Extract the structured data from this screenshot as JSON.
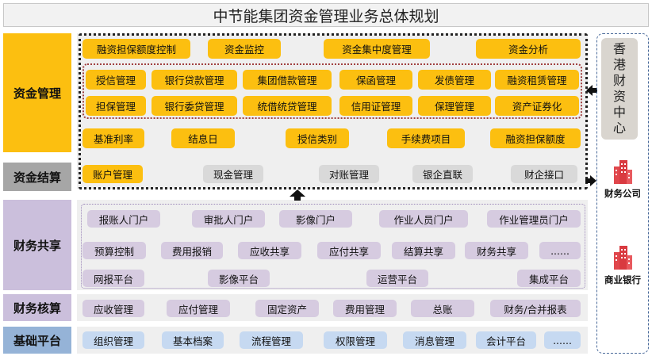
{
  "title": "中节能集团资金管理业务总体规划",
  "categories": {
    "fund_management": "资金管理",
    "fund_settlement": "资金结算",
    "finance_sharing": "财务共享",
    "finance_accounting": "财务核算",
    "base_platform": "基础平台"
  },
  "fund_top": [
    "融资担保额度控制",
    "资金监控",
    "资金集中度管理",
    "资金分析"
  ],
  "fund_row1": [
    "授信管理",
    "银行贷款管理",
    "集团借款管理",
    "保函管理",
    "发债管理",
    "融资租赁管理"
  ],
  "fund_row2": [
    "担保管理",
    "银行委贷管理",
    "统借统贷管理",
    "信用证管理",
    "保理管理",
    "资产证券化"
  ],
  "fund_row3": [
    "基准利率",
    "结息日",
    "授信类别",
    "手续费项目",
    "融资担保额度"
  ],
  "settlement": [
    "账户管理",
    "现金管理",
    "对账管理",
    "银企直联",
    "财企接口"
  ],
  "sharing_row1": [
    "报账人门户",
    "审批人门户",
    "影像门户",
    "作业人员门户",
    "作业管理员门户"
  ],
  "sharing_row2": [
    "预算控制",
    "费用报销",
    "应收共享",
    "应付共享",
    "结算共享",
    "财务共享",
    "......"
  ],
  "sharing_row3": [
    "网报平台",
    "影像平台",
    "运营平台",
    "集成平台"
  ],
  "accounting": [
    "应收管理",
    "应付管理",
    "固定资产",
    "费用管理",
    "总账",
    "财务/合并报表"
  ],
  "platform": [
    "组织管理",
    "基本档案",
    "流程管理",
    "权限管理",
    "消息管理",
    "会计平台",
    "......"
  ],
  "right": {
    "hk_center": [
      "香",
      "港",
      "财",
      "资",
      "中",
      "心"
    ],
    "finance_company": "财务公司",
    "commercial_bank": "商业银行"
  },
  "colors": {
    "orange": "#fcbf10",
    "grey": "#d9d9d9",
    "lavender": "#d6cbe0",
    "light_blue": "#c6d9f1",
    "building_red": "#e0474c"
  },
  "icons": [
    "building-icon",
    "arrow-left-icon",
    "arrow-right-icon",
    "arrow-up-icon"
  ]
}
